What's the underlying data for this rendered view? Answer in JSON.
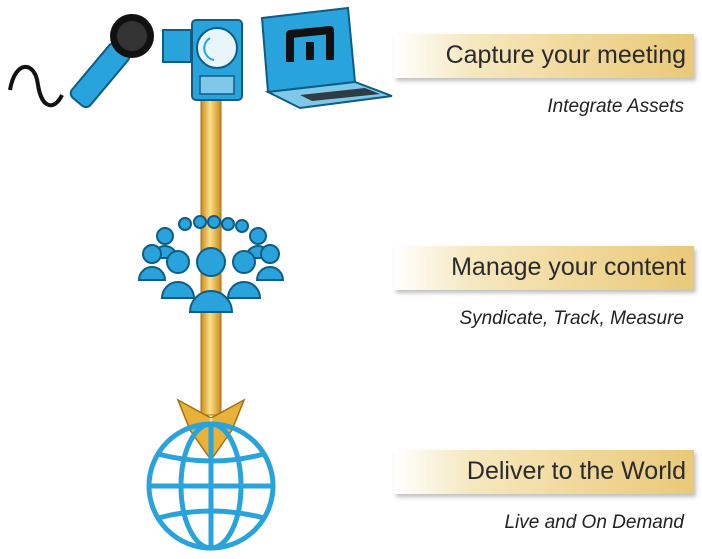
{
  "steps": [
    {
      "title": "Capture your meeting",
      "subtitle": "Integrate Assets"
    },
    {
      "title": "Manage your content",
      "subtitle": "Syndicate, Track, Measure"
    },
    {
      "title": "Deliver to the World",
      "subtitle": "Live and On Demand"
    }
  ],
  "icons": [
    "microphone-icon",
    "camera-icon",
    "laptop-icon",
    "audience-icon",
    "globe-icon",
    "arrow-icon"
  ],
  "colors": {
    "accent_blue": "#29a3dc",
    "arrow_gold": "#e8b23a",
    "banner_gold": "#f1d99c"
  }
}
